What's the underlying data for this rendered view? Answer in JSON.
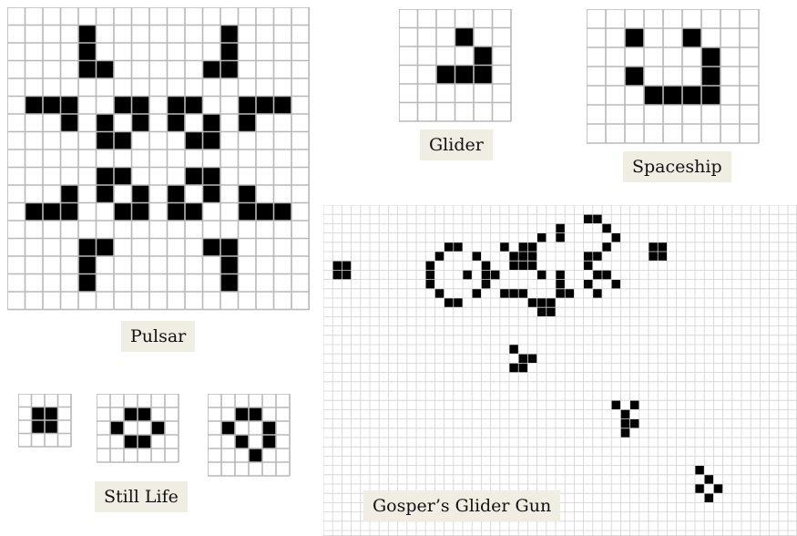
{
  "labels": {
    "pulsar": "Pulsar",
    "glider": "Glider",
    "spaceship": "Spaceship",
    "still_life": "Still Life",
    "gosper_gun": "Gosper’s Glider Gun"
  },
  "colors": {
    "live": "#000000",
    "grid_line": "#b8b8b8",
    "fine_grid_line": "#d2d2d2",
    "label_bg": "#f0ede3"
  },
  "patterns": {
    "pulsar": {
      "cols": 17,
      "rows": 17,
      "live": [
        [
          4,
          1
        ],
        [
          12,
          1
        ],
        [
          4,
          2
        ],
        [
          12,
          2
        ],
        [
          4,
          3
        ],
        [
          5,
          3
        ],
        [
          11,
          3
        ],
        [
          12,
          3
        ],
        [
          1,
          5
        ],
        [
          2,
          5
        ],
        [
          3,
          5
        ],
        [
          6,
          5
        ],
        [
          7,
          5
        ],
        [
          9,
          5
        ],
        [
          10,
          5
        ],
        [
          13,
          5
        ],
        [
          14,
          5
        ],
        [
          15,
          5
        ],
        [
          3,
          6
        ],
        [
          5,
          6
        ],
        [
          7,
          6
        ],
        [
          9,
          6
        ],
        [
          11,
          6
        ],
        [
          13,
          6
        ],
        [
          5,
          7
        ],
        [
          6,
          7
        ],
        [
          10,
          7
        ],
        [
          11,
          7
        ],
        [
          5,
          9
        ],
        [
          6,
          9
        ],
        [
          10,
          9
        ],
        [
          11,
          9
        ],
        [
          3,
          10
        ],
        [
          5,
          10
        ],
        [
          7,
          10
        ],
        [
          9,
          10
        ],
        [
          11,
          10
        ],
        [
          13,
          10
        ],
        [
          1,
          11
        ],
        [
          2,
          11
        ],
        [
          3,
          11
        ],
        [
          6,
          11
        ],
        [
          7,
          11
        ],
        [
          9,
          11
        ],
        [
          10,
          11
        ],
        [
          13,
          11
        ],
        [
          14,
          11
        ],
        [
          15,
          11
        ],
        [
          4,
          13
        ],
        [
          5,
          13
        ],
        [
          11,
          13
        ],
        [
          12,
          13
        ],
        [
          4,
          14
        ],
        [
          12,
          14
        ],
        [
          4,
          15
        ],
        [
          12,
          15
        ]
      ]
    },
    "glider": {
      "cols": 6,
      "rows": 6,
      "live": [
        [
          3,
          1
        ],
        [
          4,
          2
        ],
        [
          2,
          3
        ],
        [
          3,
          3
        ],
        [
          4,
          3
        ]
      ]
    },
    "spaceship": {
      "cols": 9,
      "rows": 7,
      "live": [
        [
          2,
          1
        ],
        [
          5,
          1
        ],
        [
          6,
          2
        ],
        [
          2,
          3
        ],
        [
          6,
          3
        ],
        [
          3,
          4
        ],
        [
          4,
          4
        ],
        [
          5,
          4
        ],
        [
          6,
          4
        ]
      ]
    },
    "block": {
      "cols": 4,
      "rows": 4,
      "live": [
        [
          1,
          1
        ],
        [
          2,
          1
        ],
        [
          1,
          2
        ],
        [
          2,
          2
        ]
      ]
    },
    "beehive": {
      "cols": 6,
      "rows": 5,
      "live": [
        [
          2,
          1
        ],
        [
          3,
          1
        ],
        [
          1,
          2
        ],
        [
          4,
          2
        ],
        [
          2,
          3
        ],
        [
          3,
          3
        ]
      ]
    },
    "loaf": {
      "cols": 6,
      "rows": 6,
      "live": [
        [
          2,
          1
        ],
        [
          3,
          1
        ],
        [
          1,
          2
        ],
        [
          4,
          2
        ],
        [
          2,
          3
        ],
        [
          4,
          3
        ],
        [
          3,
          4
        ]
      ]
    },
    "gosper_gun": {
      "cols": 51,
      "rows": 36,
      "live": [
        [
          1,
          6
        ],
        [
          2,
          6
        ],
        [
          1,
          7
        ],
        [
          2,
          7
        ],
        [
          11,
          6
        ],
        [
          11,
          7
        ],
        [
          11,
          8
        ],
        [
          12,
          5
        ],
        [
          12,
          9
        ],
        [
          13,
          4
        ],
        [
          13,
          10
        ],
        [
          14,
          4
        ],
        [
          14,
          10
        ],
        [
          15,
          7
        ],
        [
          16,
          5
        ],
        [
          16,
          9
        ],
        [
          17,
          6
        ],
        [
          17,
          7
        ],
        [
          17,
          8
        ],
        [
          18,
          7
        ],
        [
          21,
          4
        ],
        [
          21,
          5
        ],
        [
          21,
          6
        ],
        [
          22,
          4
        ],
        [
          22,
          5
        ],
        [
          22,
          6
        ],
        [
          23,
          3
        ],
        [
          23,
          7
        ],
        [
          25,
          2
        ],
        [
          25,
          3
        ],
        [
          25,
          7
        ],
        [
          25,
          8
        ],
        [
          35,
          4
        ],
        [
          36,
          4
        ],
        [
          35,
          5
        ],
        [
          36,
          5
        ],
        [
          19,
          4
        ],
        [
          20,
          5
        ],
        [
          20,
          6
        ],
        [
          28,
          1
        ],
        [
          29,
          1
        ],
        [
          30,
          2
        ],
        [
          31,
          3
        ],
        [
          30,
          4
        ],
        [
          29,
          5
        ],
        [
          28,
          5
        ],
        [
          19,
          9
        ],
        [
          20,
          9
        ],
        [
          21,
          9
        ],
        [
          22,
          10
        ],
        [
          23,
          10
        ],
        [
          24,
          10
        ],
        [
          23,
          11
        ],
        [
          24,
          11
        ],
        [
          25,
          9
        ],
        [
          26,
          9
        ],
        [
          28,
          6
        ],
        [
          29,
          7
        ],
        [
          30,
          7
        ],
        [
          31,
          8
        ],
        [
          28,
          8
        ],
        [
          29,
          9
        ],
        [
          20,
          15
        ],
        [
          21,
          16
        ],
        [
          22,
          16
        ],
        [
          21,
          17
        ],
        [
          20,
          17
        ],
        [
          31,
          21
        ],
        [
          32,
          22
        ],
        [
          33,
          21
        ],
        [
          32,
          23
        ],
        [
          33,
          23
        ],
        [
          32,
          24
        ],
        [
          40,
          28
        ],
        [
          41,
          29
        ],
        [
          40,
          30
        ],
        [
          42,
          30
        ],
        [
          41,
          31
        ]
      ]
    }
  }
}
